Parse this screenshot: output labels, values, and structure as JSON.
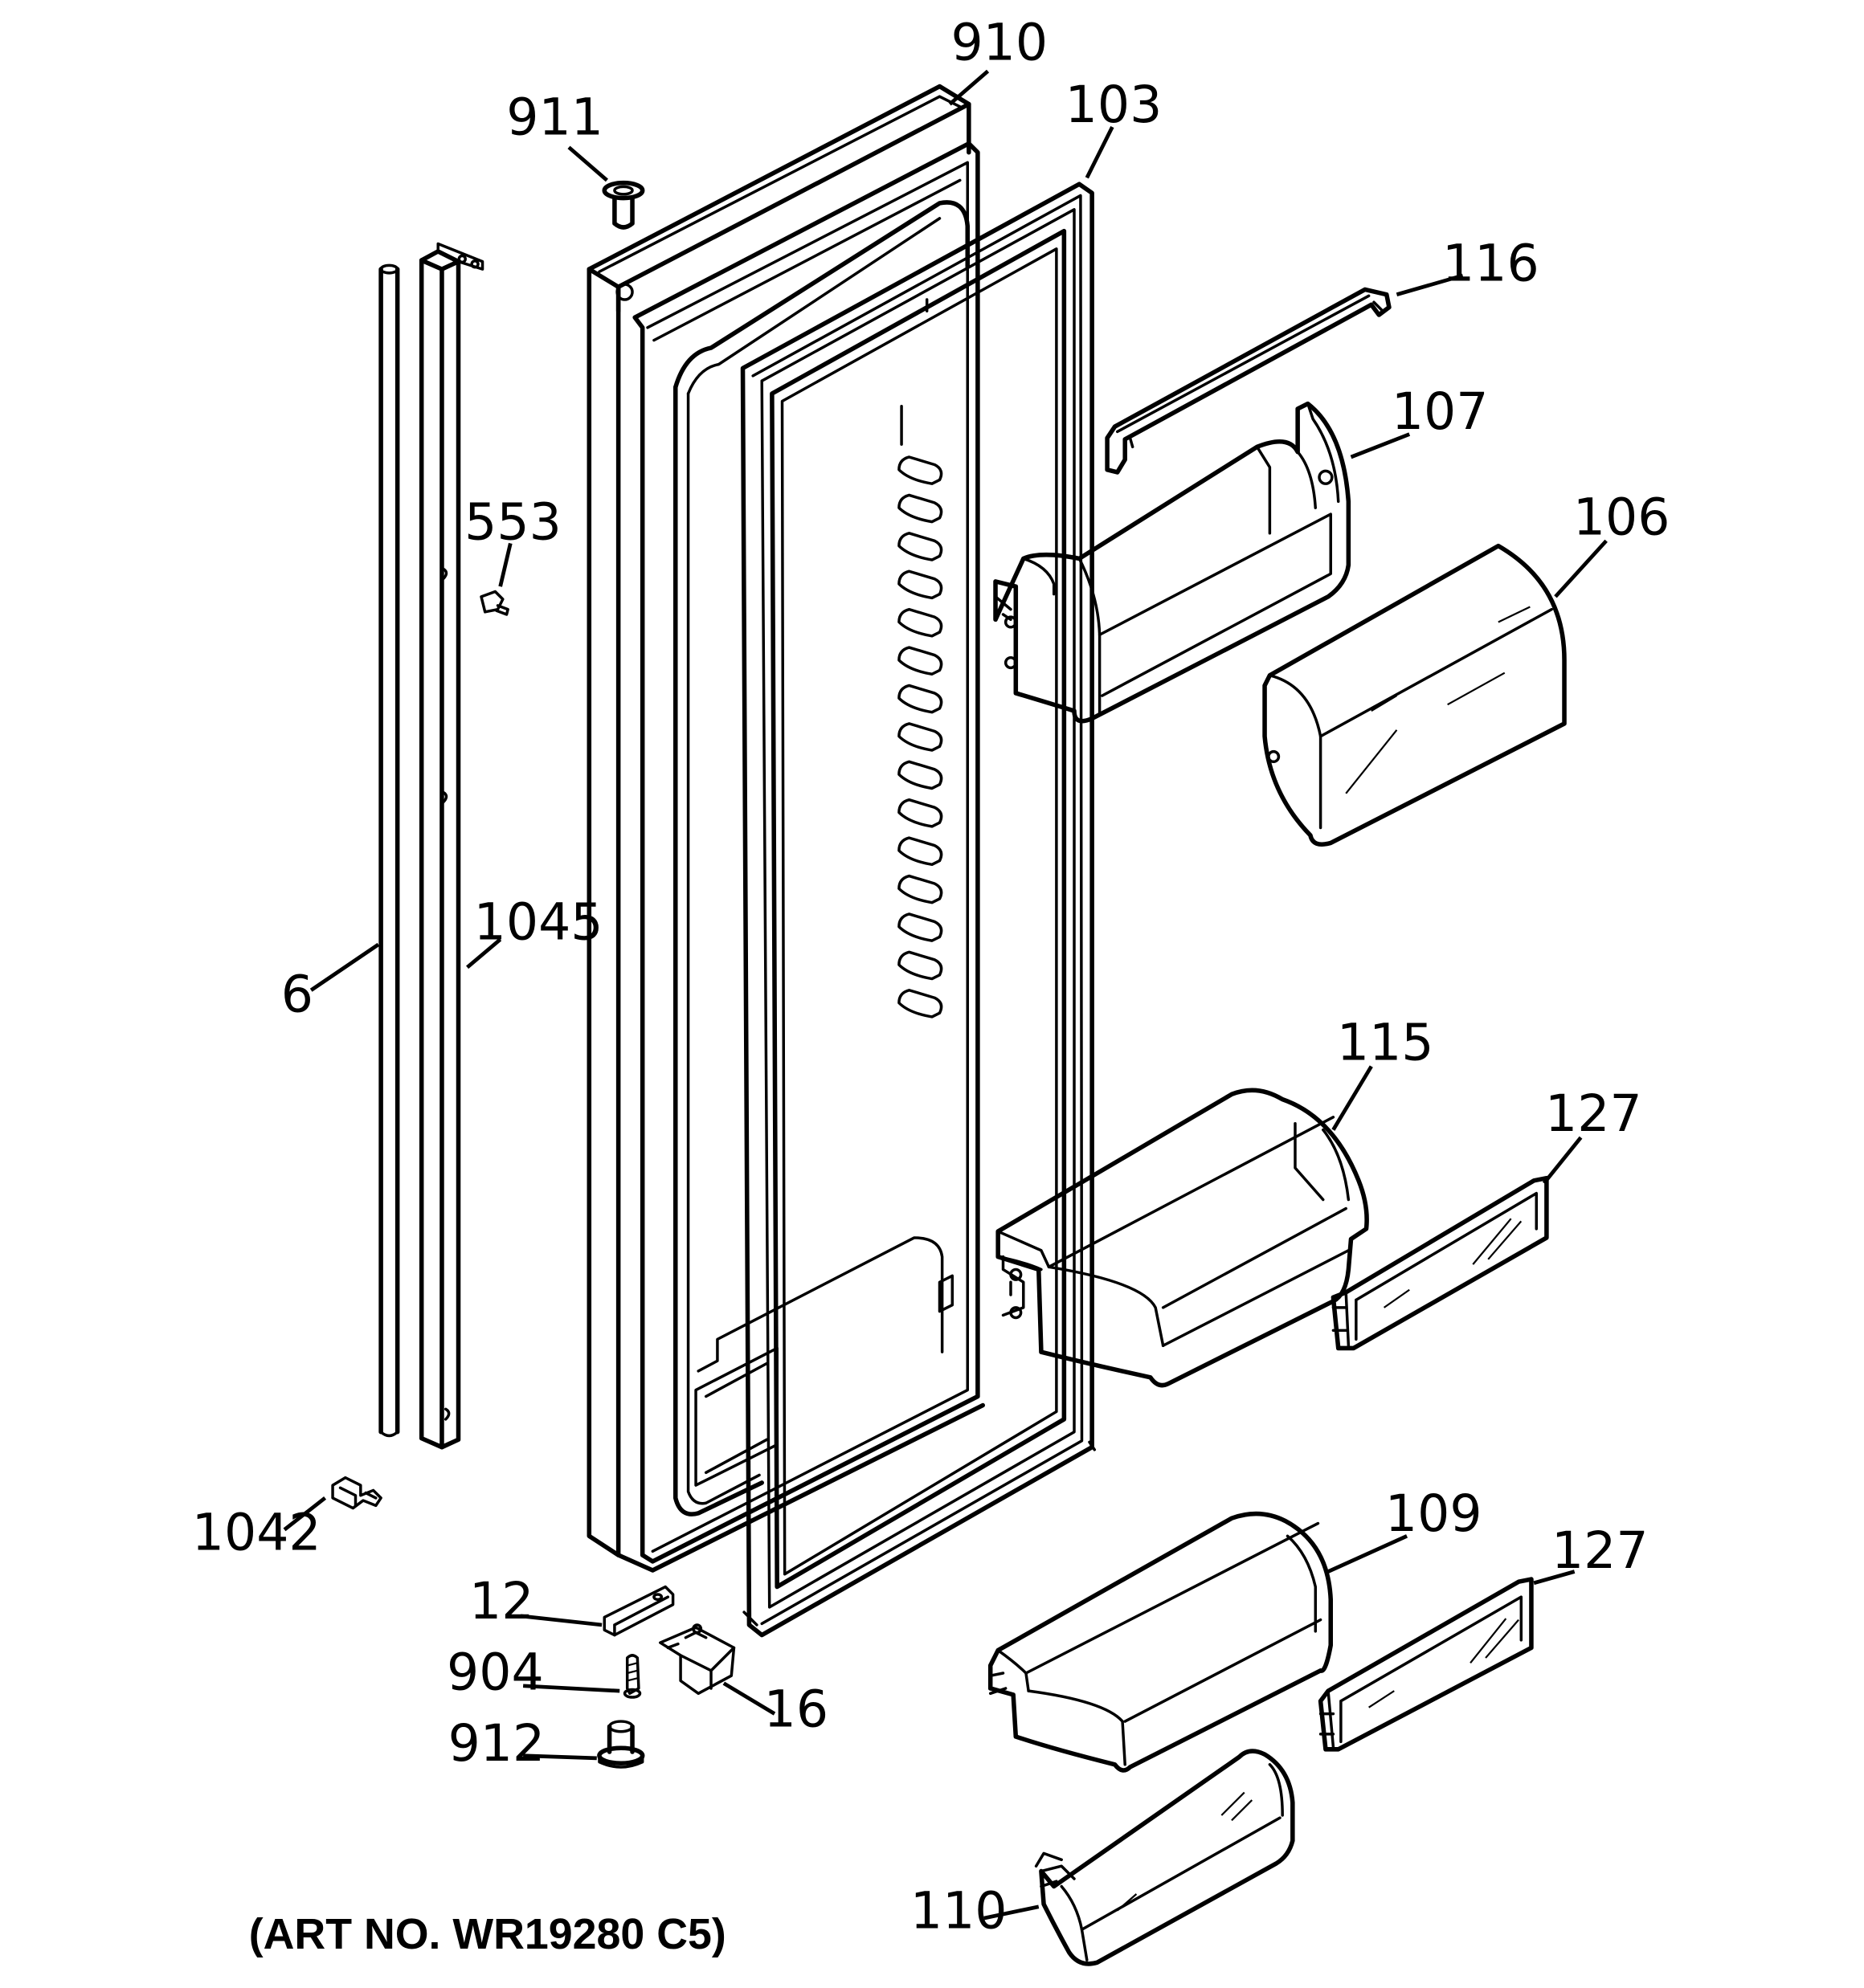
{
  "diagram": {
    "art_number": "(ART NO. WR19280 C5)",
    "callouts": {
      "p910": "910",
      "p911": "911",
      "p103": "103",
      "p116": "116",
      "p107": "107",
      "p106": "106",
      "p553": "553",
      "p1045": "1045",
      "p6": "6",
      "p115": "115",
      "p127_upper": "127",
      "p127_lower": "127",
      "p109": "109",
      "p1042": "1042",
      "p12": "12",
      "p904": "904",
      "p16": "16",
      "p912": "912",
      "p110": "110"
    }
  }
}
